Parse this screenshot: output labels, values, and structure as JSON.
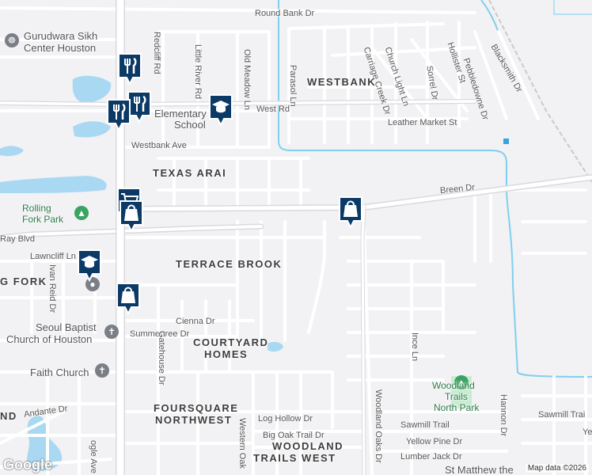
{
  "map": {
    "streets": {
      "round_bank": "Round Bank Dr",
      "redcliff": "Redcliff Rd",
      "little_river": "Little River Rd",
      "old_meadow": "Old Meadow Ln",
      "parasol": "Parasol Ln",
      "carriage_creek": "Carriage Creek Dr",
      "church_light": "Church Light Ln",
      "sorrel": "Sorrel Dr",
      "hollister": "Hollister St",
      "pebbledowne": "Pebbledowne Dr",
      "blacksmith": "Blacksmith Dr",
      "west_rd": "West Rd",
      "leather_market": "Leather Market St",
      "westbank_ave": "Westbank Ave",
      "breen": "Breen Dr",
      "ray_blvd": "Ray Blvd",
      "lawncliff": "Lawncliff Ln",
      "ivan_reid": "Ivan Reid Dr",
      "cienna": "Cienna Dr",
      "summertree": "Summertree Dr",
      "gatehouse": "Gatehouse Dr",
      "ince": "Ince Ln",
      "andante": "Andante Dr",
      "log_hollow": "Log Hollow Dr",
      "big_oak_trail": "Big Oak Trail Dr",
      "sawmill_trail": "Sawmill Trail",
      "sawmill_trai_right": "Sawmill Trai",
      "yellow_pine": "Yellow Pine Dr",
      "lumber_jack": "Lumber Jack Dr",
      "woodland_oaks": "Woodland Oaks Dr",
      "western_oak": "Western Oak",
      "hannon": "Hannon Dr",
      "partial_bottom": "ogle Ave",
      "partial_right": "Ye"
    },
    "neighborhoods": {
      "westbank": "WESTBANK",
      "texas_arai": "TEXAS ARAI",
      "terrace_brook": "TERRACE BROOK",
      "courtyard_line1": "COURTYARD",
      "courtyard_line2": "HOMES",
      "foursquare_line1": "FOURSQUARE",
      "foursquare_line2": "NORTHWEST",
      "woodland_line1": "WOODLAND",
      "woodland_line2": "TRAILS WEST",
      "rolling_partial": "G FORK",
      "left_partial": "ND"
    },
    "places": {
      "gurudwara_line1": "Gurudwara Sikh",
      "gurudwara_line2": "Center Houston",
      "elementary_line1": "Elementary",
      "elementary_line2": "School",
      "rolling_fork_line1": "Rolling",
      "rolling_fork_line2": "Fork Park",
      "seoul_line1": "Seoul Baptist",
      "seoul_line2": "Church of Houston",
      "faith_church": "Faith Church",
      "woodland_park_line1": "Woodland",
      "woodland_park_line2": "Trails",
      "woodland_park_line3": "North Park",
      "st_matthew": "St Matthew the"
    },
    "markers": [
      {
        "type": "restaurant-icon"
      },
      {
        "type": "restaurant-icon"
      },
      {
        "type": "restaurant-icon"
      },
      {
        "type": "school-icon"
      },
      {
        "type": "grocery-icon"
      },
      {
        "type": "shopping-bag-icon"
      },
      {
        "type": "shopping-bag-icon"
      },
      {
        "type": "school-icon"
      },
      {
        "type": "shopping-bag-icon"
      }
    ],
    "attribution": "Map data ©2026",
    "logo": "Google",
    "colors": {
      "background": "#f2f1f4",
      "road": "#ffffff",
      "major_road": "#d9dadf",
      "water": "#a9d8f2",
      "waterway": "#7fd0ee",
      "park": "#c8ecd2",
      "marker": "#0c3a66"
    }
  }
}
